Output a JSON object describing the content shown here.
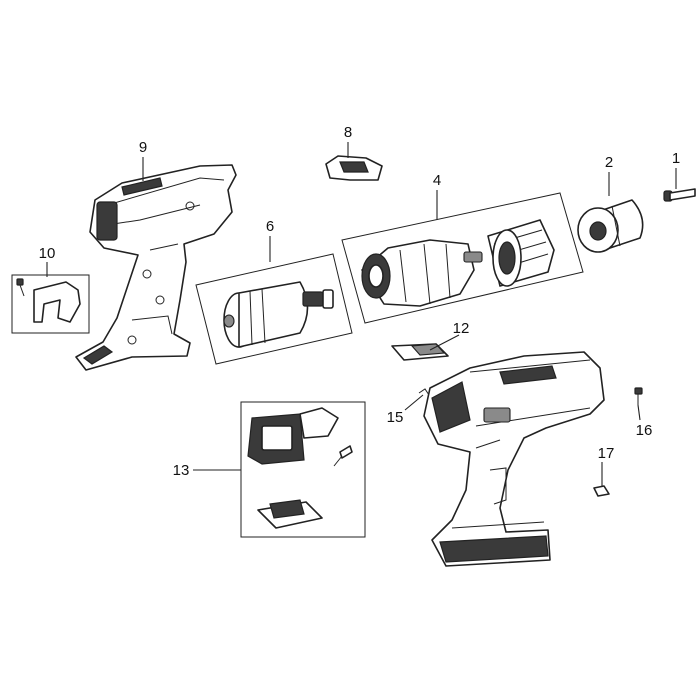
{
  "callouts": [
    {
      "id": "1",
      "text": "1"
    },
    {
      "id": "2",
      "text": "2"
    },
    {
      "id": "4",
      "text": "4"
    },
    {
      "id": "6",
      "text": "6"
    },
    {
      "id": "8",
      "text": "8"
    },
    {
      "id": "9",
      "text": "9"
    },
    {
      "id": "10",
      "text": "10"
    },
    {
      "id": "12",
      "text": "12"
    },
    {
      "id": "13",
      "text": "13"
    },
    {
      "id": "15",
      "text": "15"
    },
    {
      "id": "16",
      "text": "16"
    },
    {
      "id": "17",
      "text": "17"
    }
  ],
  "colors": {
    "line": "#222222",
    "dark_fill": "#3a3a3a",
    "mid_fill": "#8a8a8a",
    "background": "#ffffff"
  }
}
